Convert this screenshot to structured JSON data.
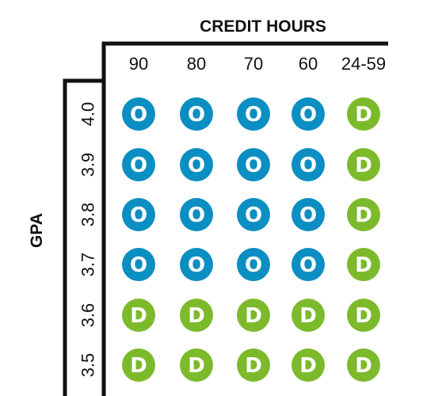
{
  "column_title": "CREDIT HOURS",
  "row_title": "GPA",
  "columns": [
    "90",
    "80",
    "70",
    "60",
    "24-59"
  ],
  "rows": [
    "4.0",
    "3.9",
    "3.8",
    "3.7",
    "3.6",
    "3.5"
  ],
  "legend": {
    "O": {
      "color": "#0b8ec2"
    },
    "D": {
      "color": "#7cba2b"
    }
  },
  "cells": [
    [
      "O",
      "O",
      "O",
      "O",
      "D"
    ],
    [
      "O",
      "O",
      "O",
      "O",
      "D"
    ],
    [
      "O",
      "O",
      "O",
      "O",
      "D"
    ],
    [
      "O",
      "O",
      "O",
      "O",
      "D"
    ],
    [
      "D",
      "D",
      "D",
      "D",
      "D"
    ],
    [
      "D",
      "D",
      "D",
      "D",
      "D"
    ]
  ]
}
